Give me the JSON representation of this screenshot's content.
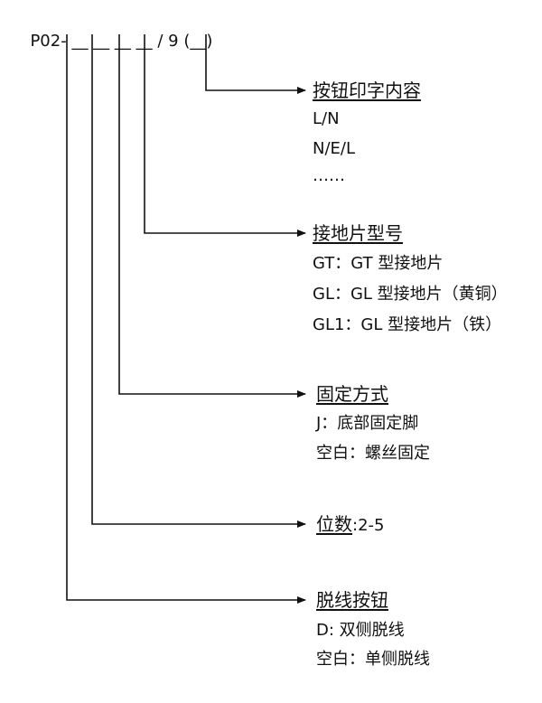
{
  "code": {
    "prefix": "P02-",
    "slots": "__ __ __ __",
    "suffix": "/ 9 (__)"
  },
  "sections": [
    {
      "heading": "按钮印字内容",
      "options": [
        "L/N",
        "N/E/L",
        "……"
      ]
    },
    {
      "heading": "接地片型号",
      "options": [
        "GT：GT 型接地片",
        "GL：GL 型接地片（黄铜）",
        "GL1：GL 型接地片（铁）"
      ]
    },
    {
      "heading": "固定方式",
      "options": [
        "J：底部固定脚",
        "空白：螺丝固定"
      ]
    },
    {
      "heading": "位数",
      "heading_suffix": ":2-5"
    },
    {
      "heading": "脱线按钮",
      "options": [
        "D: 双侧脱线",
        "空白：单侧脱线"
      ]
    }
  ]
}
